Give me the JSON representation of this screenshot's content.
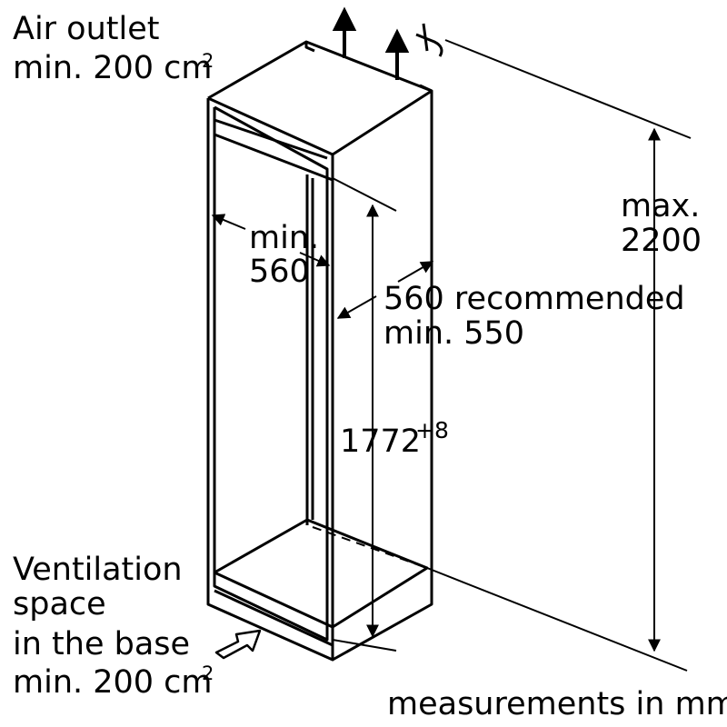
{
  "air_outlet": {
    "line1": "Air outlet",
    "line2": "min. 200 cm",
    "sup": "2"
  },
  "niche_width": {
    "line1": "min.",
    "line2": "560"
  },
  "niche_depth": {
    "line1": "560 recommended",
    "line2": "min. 550"
  },
  "niche_height": {
    "value": "1772",
    "tolerance": "+8"
  },
  "max_height": {
    "line1": "max.",
    "line2": "2200"
  },
  "ventilation_base": {
    "line1": "Ventilation",
    "line2": "space",
    "line3": "in the base",
    "line4": "min. 200 cm",
    "sup": "2"
  },
  "footer": {
    "units_note": "measurements in mm"
  }
}
